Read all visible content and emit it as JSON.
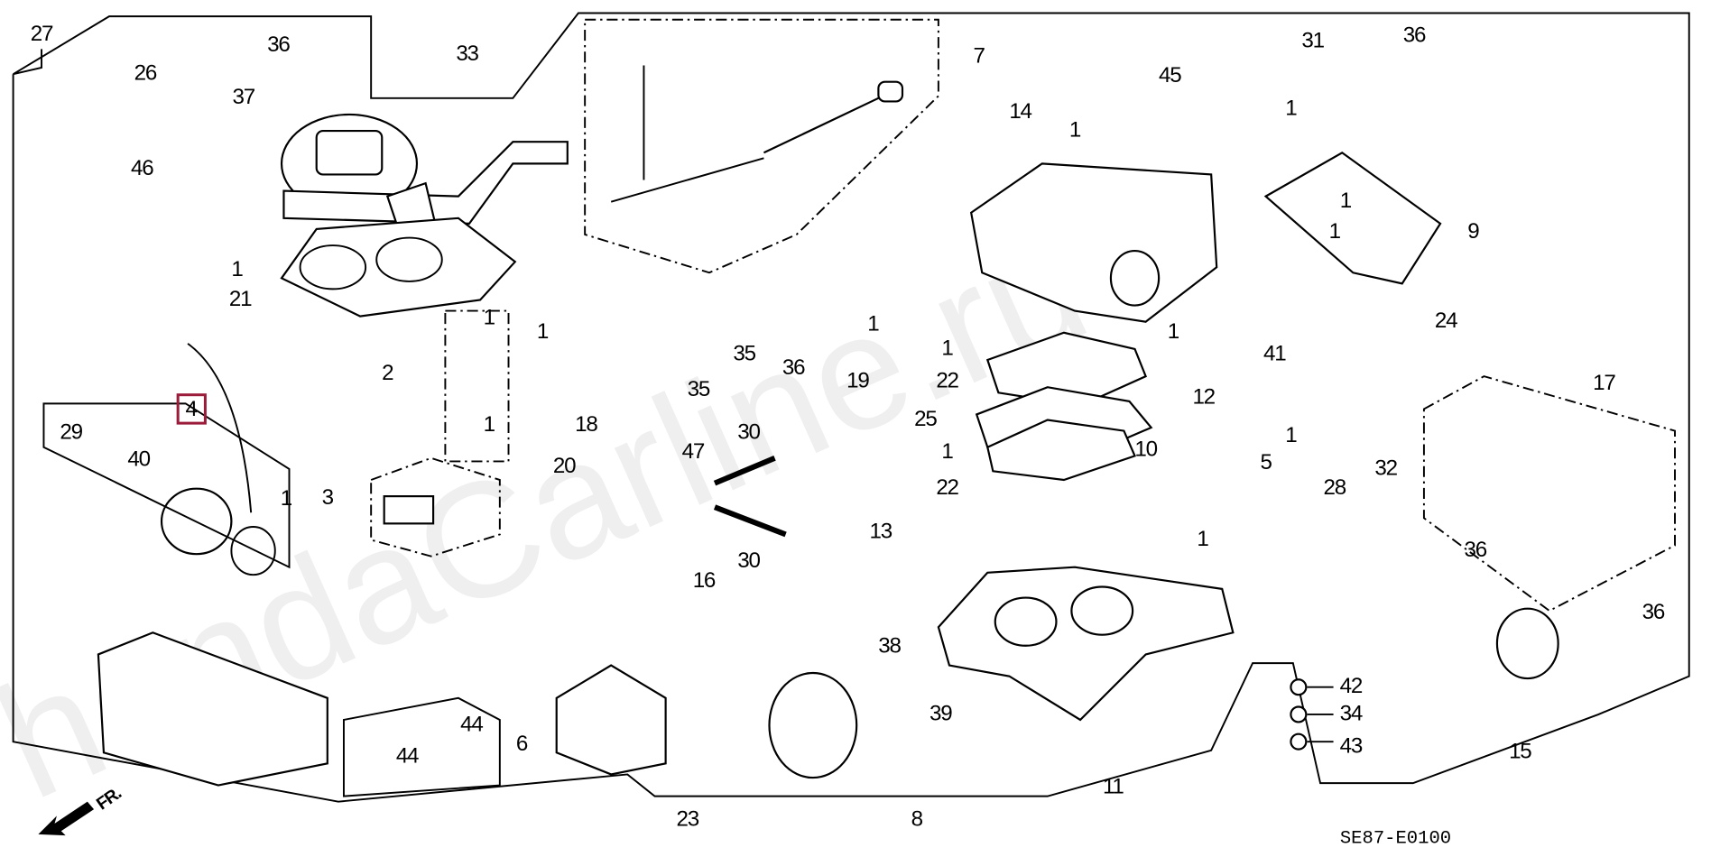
{
  "diagram_code": "SE87-E0100",
  "direction_label": "FR.",
  "watermark": "hondaCarline.ru",
  "highlight_color": "#9b1b3a",
  "highlighted_part": "4",
  "callouts": [
    {
      "id": "c27",
      "text": "27"
    },
    {
      "id": "c36a",
      "text": "36"
    },
    {
      "id": "c33",
      "text": "33"
    },
    {
      "id": "c26",
      "text": "26"
    },
    {
      "id": "c37",
      "text": "37"
    },
    {
      "id": "c46",
      "text": "46"
    },
    {
      "id": "c1a",
      "text": "1"
    },
    {
      "id": "c21",
      "text": "21"
    },
    {
      "id": "c7",
      "text": "7"
    },
    {
      "id": "c45",
      "text": "45"
    },
    {
      "id": "c14",
      "text": "14"
    },
    {
      "id": "c1b",
      "text": "1"
    },
    {
      "id": "c31",
      "text": "31"
    },
    {
      "id": "c36b",
      "text": "36"
    },
    {
      "id": "c1c",
      "text": "1"
    },
    {
      "id": "c1d",
      "text": "1"
    },
    {
      "id": "c1e",
      "text": "1"
    },
    {
      "id": "c9",
      "text": "9"
    },
    {
      "id": "c24",
      "text": "24"
    },
    {
      "id": "c1f",
      "text": "1"
    },
    {
      "id": "c2",
      "text": "2"
    },
    {
      "id": "c1g",
      "text": "1"
    },
    {
      "id": "c1h",
      "text": "1"
    },
    {
      "id": "c35a",
      "text": "35"
    },
    {
      "id": "c36c",
      "text": "36"
    },
    {
      "id": "c1i",
      "text": "1"
    },
    {
      "id": "c19",
      "text": "19"
    },
    {
      "id": "c18",
      "text": "18"
    },
    {
      "id": "c35b",
      "text": "35"
    },
    {
      "id": "c1j",
      "text": "1"
    },
    {
      "id": "c22a",
      "text": "22"
    },
    {
      "id": "c25",
      "text": "25"
    },
    {
      "id": "c1k",
      "text": "1"
    },
    {
      "id": "c22b",
      "text": "22"
    },
    {
      "id": "c1l",
      "text": "1"
    },
    {
      "id": "c12",
      "text": "12"
    },
    {
      "id": "c41",
      "text": "41"
    },
    {
      "id": "c1m",
      "text": "1"
    },
    {
      "id": "c32",
      "text": "32"
    },
    {
      "id": "c17",
      "text": "17"
    },
    {
      "id": "c29",
      "text": "29"
    },
    {
      "id": "c40",
      "text": "40"
    },
    {
      "id": "c4",
      "text": "4"
    },
    {
      "id": "c1n",
      "text": "1"
    },
    {
      "id": "c3",
      "text": "3"
    },
    {
      "id": "c20",
      "text": "20"
    },
    {
      "id": "c47",
      "text": "47"
    },
    {
      "id": "c30a",
      "text": "30"
    },
    {
      "id": "c30b",
      "text": "30"
    },
    {
      "id": "c10",
      "text": "10"
    },
    {
      "id": "c5",
      "text": "5"
    },
    {
      "id": "c28",
      "text": "28"
    },
    {
      "id": "c1o",
      "text": "1"
    },
    {
      "id": "c13",
      "text": "13"
    },
    {
      "id": "c16",
      "text": "16"
    },
    {
      "id": "c36d",
      "text": "36"
    },
    {
      "id": "c36e",
      "text": "36"
    },
    {
      "id": "c38",
      "text": "38"
    },
    {
      "id": "c39",
      "text": "39"
    },
    {
      "id": "c42",
      "text": "42"
    },
    {
      "id": "c34",
      "text": "34"
    },
    {
      "id": "c43",
      "text": "43"
    },
    {
      "id": "c11",
      "text": "11"
    },
    {
      "id": "c8",
      "text": "8"
    },
    {
      "id": "c23",
      "text": "23"
    },
    {
      "id": "c15",
      "text": "15"
    },
    {
      "id": "c44a",
      "text": "44"
    },
    {
      "id": "c44b",
      "text": "44"
    },
    {
      "id": "c6",
      "text": "6"
    }
  ]
}
